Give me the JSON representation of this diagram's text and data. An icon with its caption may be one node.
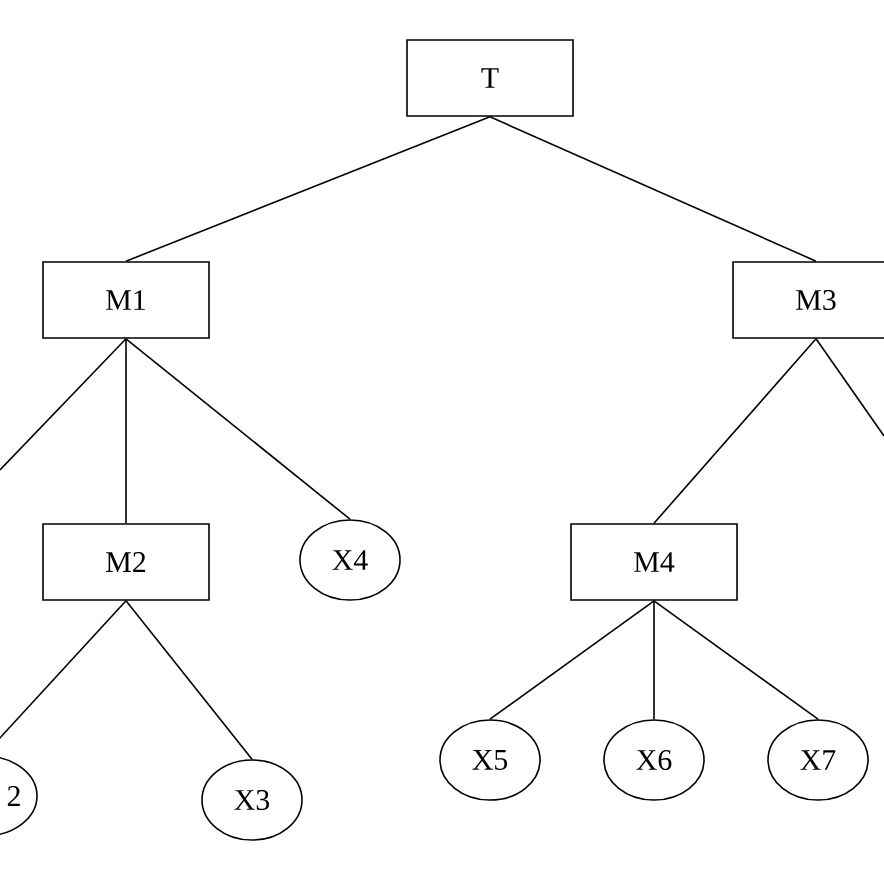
{
  "diagram": {
    "nodes": [
      {
        "text": [
          "T"
        ]
      },
      {
        "text": [
          "M1"
        ]
      },
      {
        "text": [
          "M3"
        ]
      },
      {
        "text": [
          "M2"
        ]
      },
      {
        "text": [
          "X4"
        ]
      },
      {
        "text": [
          "M4"
        ]
      },
      {
        "text": [
          "2"
        ]
      },
      {
        "text": [
          "X3"
        ]
      },
      {
        "text": [
          "X5"
        ]
      },
      {
        "text": [
          "X6"
        ]
      },
      {
        "text": [
          "X7"
        ]
      }
    ],
    "edges": [
      {
        "from": 0,
        "to": 1,
        "arrow": "none"
      },
      {
        "from": 0,
        "to": 2,
        "arrow": "none"
      },
      {
        "from": 1,
        "to": null,
        "arrow": "none"
      },
      {
        "from": 1,
        "to": 3,
        "arrow": "none"
      },
      {
        "from": 1,
        "to": 4,
        "arrow": "none"
      },
      {
        "from": 2,
        "to": 5,
        "arrow": "none"
      },
      {
        "from": 2,
        "to": null,
        "arrow": "none"
      },
      {
        "from": 3,
        "to": 6,
        "arrow": "none"
      },
      {
        "from": 3,
        "to": 7,
        "arrow": "none"
      },
      {
        "from": 5,
        "to": 8,
        "arrow": "none"
      },
      {
        "from": 5,
        "to": 9,
        "arrow": "none"
      },
      {
        "from": 5,
        "to": 10,
        "arrow": "none"
      }
    ]
  }
}
